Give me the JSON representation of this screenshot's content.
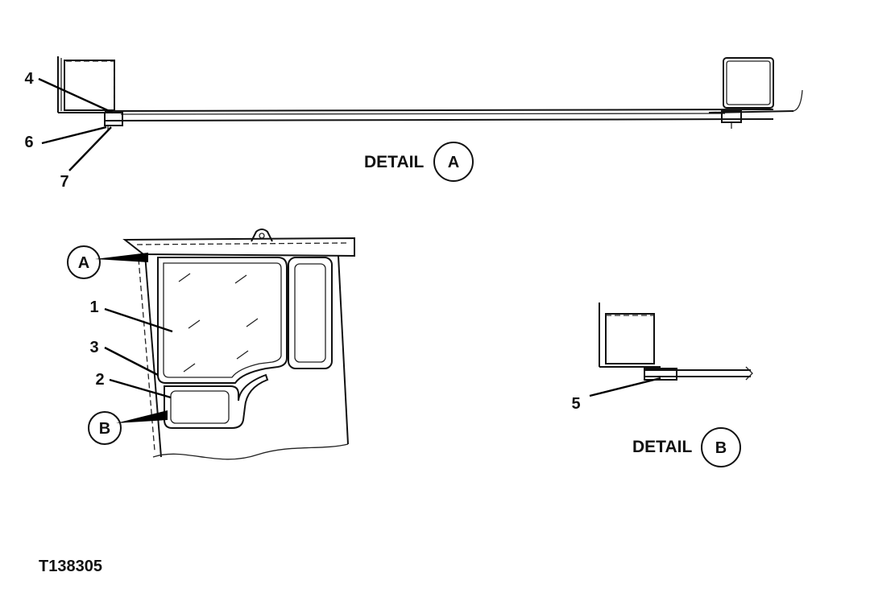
{
  "detail_a": {
    "title": "DETAIL",
    "circle": "A",
    "callouts": [
      "4",
      "6",
      "7"
    ]
  },
  "detail_b": {
    "title": "DETAIL",
    "circle": "B",
    "callouts": [
      "5"
    ]
  },
  "cab_view": {
    "markers": [
      "A",
      "B"
    ],
    "callouts": [
      "1",
      "3",
      "2"
    ]
  },
  "figure_id": "T138305"
}
